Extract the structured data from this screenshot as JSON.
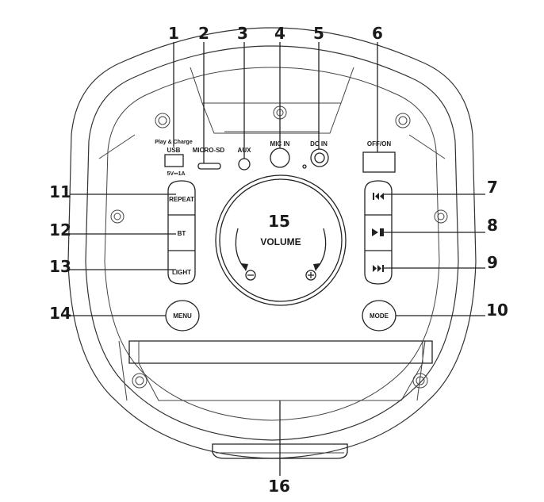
{
  "callouts": {
    "n1": "1",
    "n2": "2",
    "n3": "3",
    "n4": "4",
    "n5": "5",
    "n6": "6",
    "n7": "7",
    "n8": "8",
    "n9": "9",
    "n10": "10",
    "n11": "11",
    "n12": "12",
    "n13": "13",
    "n14": "14",
    "n15": "15",
    "n16": "16"
  },
  "port_labels": {
    "play_charge": "Play & Charge",
    "usb": "USB",
    "usb_spec": "5V⎓1A",
    "micro_sd": "MICRO-SD",
    "aux": "AUX",
    "mic_in": "MIC IN",
    "dc_in": "DC IN",
    "off_on": "OFF/ON"
  },
  "buttons": {
    "repeat": "REPEAT",
    "bt": "BT",
    "light": "LIGHT",
    "menu": "MENU",
    "mode": "MODE",
    "prev_icon": "previous-track-icon",
    "play_icon": "play-pause-icon",
    "next_icon": "next-track-icon"
  },
  "volume": {
    "label": "VOLUME",
    "minus_icon": "minus-icon",
    "plus_icon": "plus-icon"
  }
}
